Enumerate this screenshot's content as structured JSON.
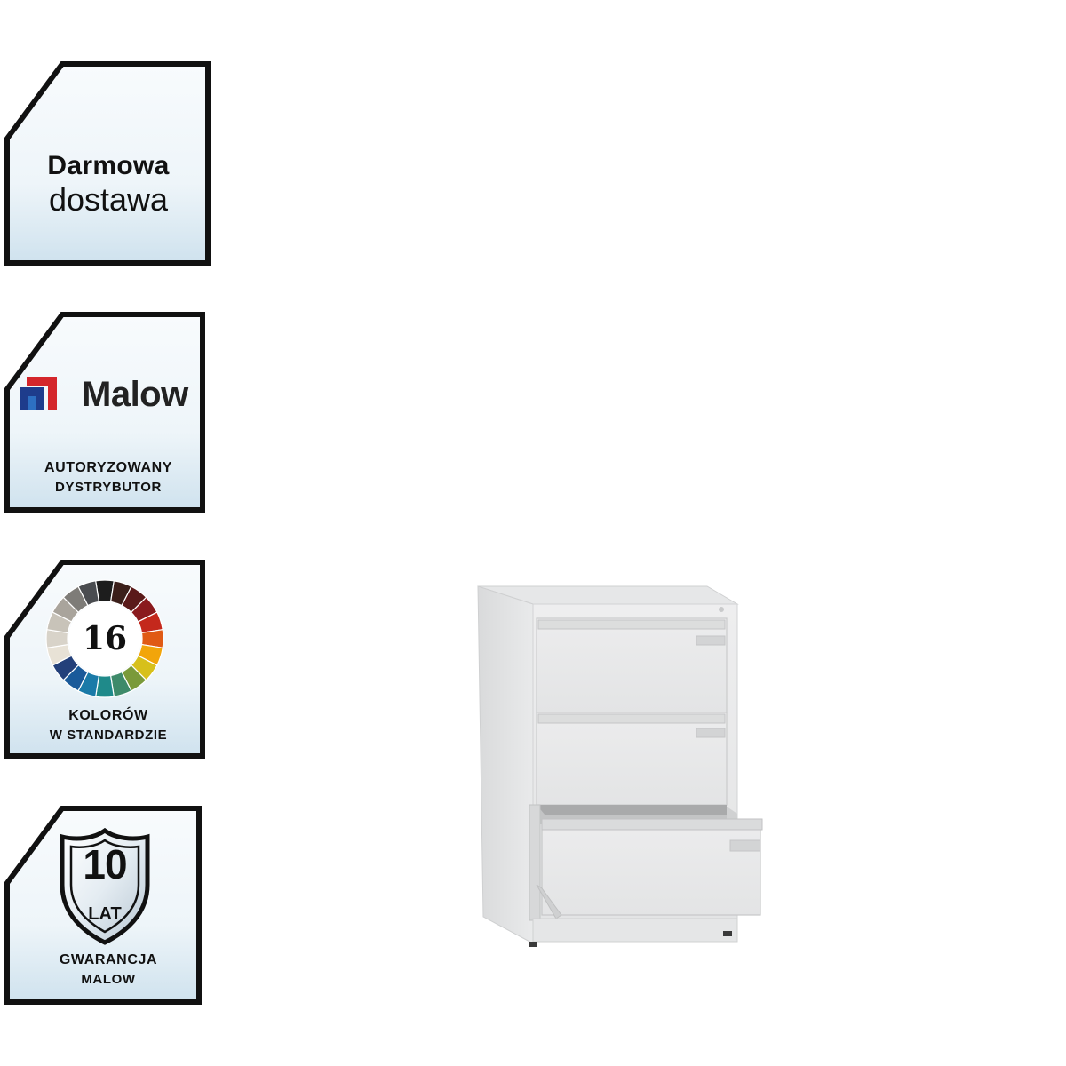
{
  "badges": {
    "delivery": {
      "line1": "Darmowa",
      "line2": "dostawa"
    },
    "distributor": {
      "brand": "Malow",
      "line1": "AUTORYZOWANY",
      "line2": "DYSTRYBUTOR"
    },
    "colors": {
      "number": "16",
      "line1": "KOLORÓW",
      "line2": "W STANDARDZIE",
      "wheel_colors": [
        "#1d1d1d",
        "#3b1f1a",
        "#5a1a1a",
        "#8a1a1e",
        "#c4281c",
        "#e05a14",
        "#f2a50a",
        "#d7c01b",
        "#7a9a3a",
        "#3e8a6a",
        "#1f8a8a",
        "#1a7aa8",
        "#1a5a9a",
        "#23407a",
        "#e8e2d6",
        "#d8d3c9",
        "#c8c3b9",
        "#a9a49c",
        "#7e7c78",
        "#4a4c50"
      ]
    },
    "warranty": {
      "number": "10",
      "unit": "LAT",
      "line1": "GWARANCJA",
      "line2": "MALOW"
    }
  },
  "colors": {
    "frame": "#111111",
    "badge_fill_top": "#f7fbfd",
    "badge_fill_bottom": "#cfe3ef",
    "cabinet": "#e4e5e6",
    "logo_red": "#d4262b",
    "logo_blue": "#1e3c8c"
  }
}
